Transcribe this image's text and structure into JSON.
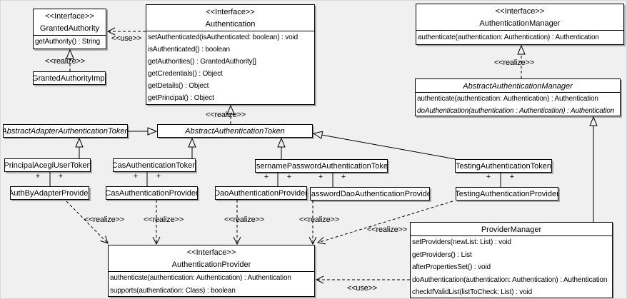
{
  "palette": {
    "background": "#f0f0f0",
    "box_fill": "#ffffff",
    "line_color": "#000000",
    "shadow": "#aaaaaa"
  },
  "edge_labels": {
    "use": "<<use>>",
    "realize": "<<realize>>",
    "plus": "+"
  },
  "classes": {
    "granted_authority": {
      "stereotype": "<<Interface>>",
      "name": "GrantedAuthority",
      "methods": [
        "getAuthority() : String"
      ]
    },
    "granted_authority_impl": {
      "name": "GrantedAuthorityImpl"
    },
    "authentication": {
      "stereotype": "<<Interface>>",
      "name": "Authentication",
      "methods": [
        "setAuthenticated(isAuthenticated: boolean) : void",
        "isAuthenticated() : boolean",
        "getAuthorities() : GrantedAuthority[]",
        "getCredentials() : Object",
        "getDetails() : Object",
        "getPrincipal() : Object"
      ]
    },
    "authentication_manager": {
      "stereotype": "<<Interface>>",
      "name": "AuthenticationManager",
      "methods": [
        "authenticate(authentication: Authentication) : Authentication"
      ]
    },
    "abstract_authentication_manager": {
      "name": "AbstractAuthenticationManager",
      "methods": [
        "authenticate(authentication: Authentication) : Authentication",
        "doAuthentication(authentication : Authentication) : Authentication"
      ]
    },
    "abstract_adapter_authentication_token": {
      "name": "AbstractAdapterAuthenticationToken"
    },
    "abstract_authentication_token": {
      "name": "AbstractAuthenticationToken"
    },
    "principal_acegi_user_token": {
      "name": "PrincipalAcegiUserToken"
    },
    "cas_authentication_token": {
      "name": "CasAuthenticationToken"
    },
    "username_password_authentication_token": {
      "name": "UsernamePasswordAuthenticationToken"
    },
    "testing_authentication_token": {
      "name": "TestingAuthenticationToken"
    },
    "auth_by_adapter_provider": {
      "name": "AuthByAdapterProvider"
    },
    "cas_authentication_provider": {
      "name": "CasAuthenticationProvider"
    },
    "dao_authentication_provider": {
      "name": "DaoAuthenticationProvider"
    },
    "password_dao_authentication_provider": {
      "name": "PasswordDaoAuthenticationProvider"
    },
    "testing_authentication_provider": {
      "name": "TestingAuthenticationProvider"
    },
    "authentication_provider": {
      "stereotype": "<<Interface>>",
      "name": "AuthenticationProvider",
      "methods": [
        "authenticate(authentication: Authentication) : Authentication",
        "supports(authentication: Class) : boolean"
      ]
    },
    "provider_manager": {
      "name": "ProviderManager",
      "methods": [
        "setProviders(newList: List) : void",
        "getProviders() : List",
        "afterPropertiesSet() : void",
        "doAuthentication(authentication: Authentication) : Authentication",
        "checkIfValidList(listToCheck: List) : void"
      ]
    }
  }
}
